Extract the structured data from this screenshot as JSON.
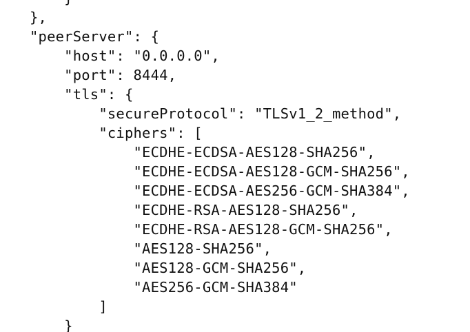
{
  "document": {
    "type": "code-snippet",
    "language": "json",
    "lines": [
      "    }",
      "},",
      "\"peerServer\": {",
      "    \"host\": \"0.0.0.0\",",
      "    \"port\": 8444,",
      "    \"tls\": {",
      "        \"secureProtocol\": \"TLSv1_2_method\",",
      "        \"ciphers\": [",
      "            \"ECDHE-ECDSA-AES128-SHA256\",",
      "            \"ECDHE-ECDSA-AES128-GCM-SHA256\",",
      "            \"ECDHE-ECDSA-AES256-GCM-SHA384\",",
      "            \"ECDHE-RSA-AES128-SHA256\",",
      "            \"ECDHE-RSA-AES128-GCM-SHA256\",",
      "            \"AES128-SHA256\",",
      "            \"AES128-GCM-SHA256\",",
      "            \"AES256-GCM-SHA384\"",
      "        ]",
      "    }"
    ]
  },
  "colors": {
    "background": "#ffffff",
    "text": "#111111"
  }
}
